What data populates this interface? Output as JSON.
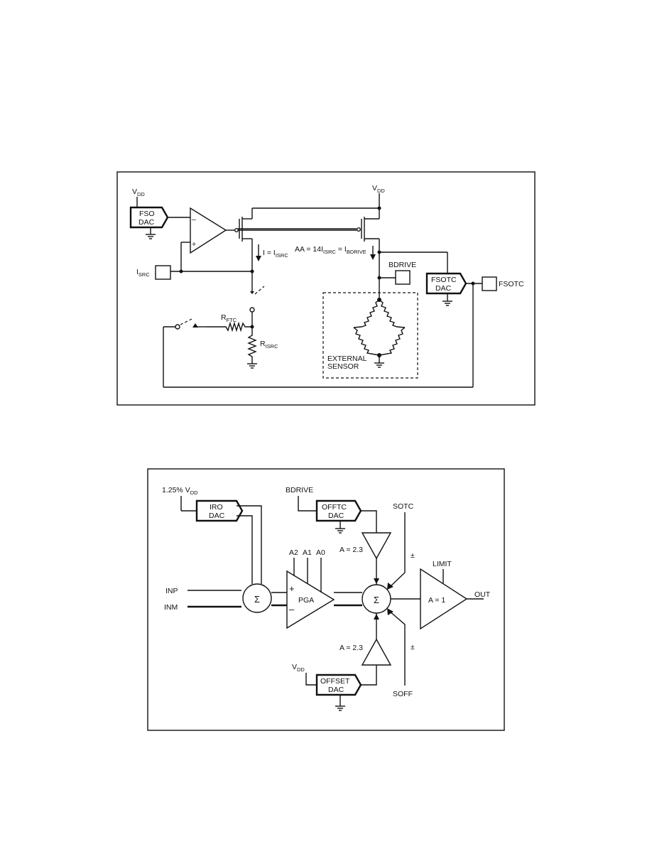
{
  "fig1": {
    "vdd_left": {
      "main": "V",
      "sub": "DD"
    },
    "vdd_right": {
      "main": "V",
      "sub": "DD"
    },
    "fso_dac": [
      "FSO",
      "DAC"
    ],
    "minus": "–",
    "plus": "+",
    "isrc_pin": {
      "main": "I",
      "sub": "SRC"
    },
    "i_eq": {
      "pre": "I = I",
      "sub": "ISRC"
    },
    "aa_eq": {
      "pre": "AA = 14I",
      "sub1": "ISRC",
      "mid": " = I",
      "sub2": "BDRIVE"
    },
    "bdrive": "BDRIVE",
    "fsotc_dac": [
      "FSOTC",
      "DAC"
    ],
    "fsotc_pin": "FSOTC",
    "rftc": {
      "main": "R",
      "sub": "FTC"
    },
    "risrc": {
      "main": "R",
      "sub": "ISRC"
    },
    "external_sensor": [
      "EXTERNAL",
      "SENSOR"
    ]
  },
  "fig2": {
    "vdd_ref": {
      "pre": "1.25% V",
      "sub": "DD"
    },
    "iro_dac": [
      "IRO",
      "DAC"
    ],
    "bdrive": "BDRIVE",
    "offtc_dac": [
      "OFFTC",
      "DAC"
    ],
    "sotc": "SOTC",
    "gain_top": "A = 2.3",
    "pm_top": "±",
    "a_pins": [
      "A2",
      "A1",
      "A0"
    ],
    "limit": "LIMIT",
    "inp": "INP",
    "inm": "INM",
    "sigma1": "Σ",
    "sigma2": "Σ",
    "pga": "PGA",
    "pga_plus": "+",
    "pga_minus": "–",
    "out_gain": "A = 1",
    "out": "OUT",
    "gain_bottom": "A = 2.3",
    "pm_bottom": "±",
    "vdd_bottom": {
      "main": "V",
      "sub": "DD"
    },
    "offset_dac": [
      "OFFSET",
      "DAC"
    ],
    "soff": "SOFF"
  }
}
